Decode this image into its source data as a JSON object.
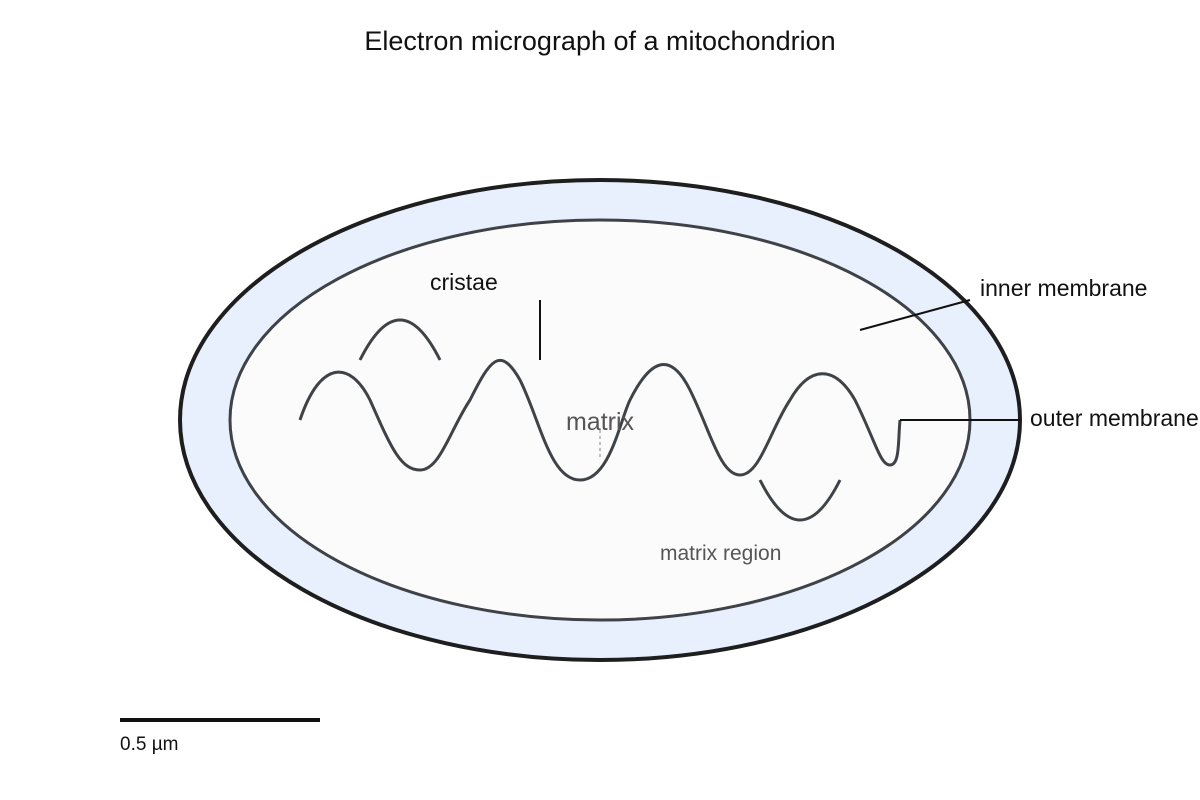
{
  "title": "Electron micrograph of a mitochondrion",
  "labels": {
    "cristae": "cristae",
    "inner_membrane": "inner membrane",
    "outer_membrane": "outer membrane",
    "matrix": "matrix",
    "matrix_region": "matrix region"
  },
  "scale_bar": {
    "label": "0.5 µm"
  },
  "colors": {
    "intermembrane_space": "#e8effd",
    "matrix": "#fbfbfb",
    "outer_membrane_stroke": "#1e1e1e",
    "inner_membrane_stroke": "#3f4246",
    "cristae_stroke": "#3f4246"
  }
}
